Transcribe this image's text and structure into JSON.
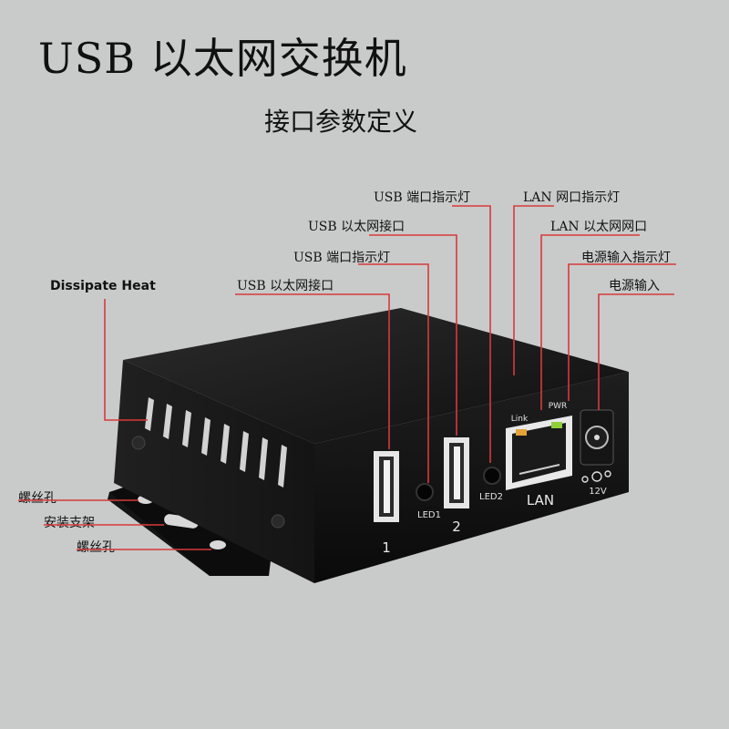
{
  "title": "USB 以太网交换机",
  "subtitle": "接口参数定义",
  "callouts": {
    "usb_led_2": "USB 端口指示灯",
    "lan_led": "LAN 网口指示灯",
    "usb_port_2": "USB 以太网接口",
    "lan_port": "LAN 以太网网口",
    "usb_led_1": "USB 端口指示灯",
    "power_led": "电源输入指示灯",
    "usb_port_1": "USB 以太网接口",
    "power_input": "电源输入",
    "dissipate_heat": "Dissipate Heat",
    "screw_hole_top": "螺丝孔",
    "bracket": "安装支架",
    "screw_hole_bottom": "螺丝孔"
  },
  "device_print": {
    "port1": "1",
    "port2": "2",
    "led1": "LED1",
    "led2": "LED2",
    "lan": "LAN",
    "link": "Link",
    "pwr": "PWR",
    "voltage": "12V"
  },
  "colors": {
    "leader_line": "#d83a3a",
    "background": "#c9cbca",
    "chassis": "#121212"
  }
}
